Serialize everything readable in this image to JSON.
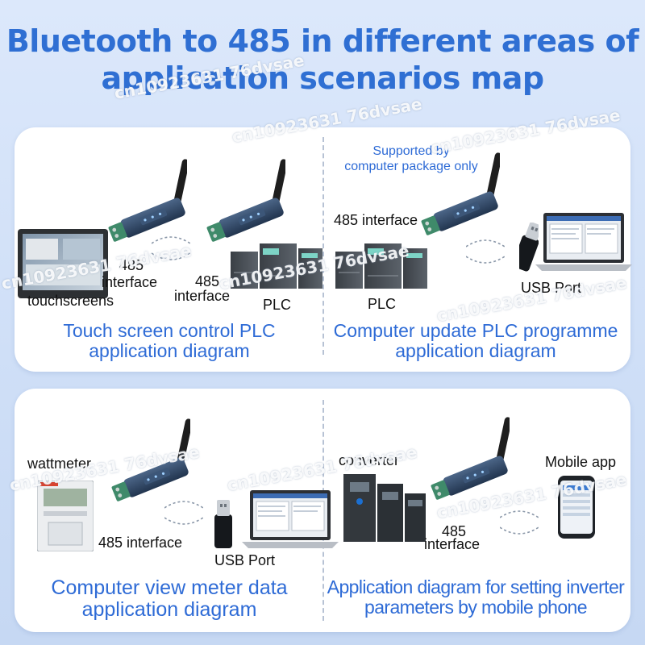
{
  "title": {
    "line1": "Bluetooth to 485 in different areas of",
    "line2": "application scenarios map"
  },
  "watermark": {
    "text": "cn10923631 76dvsae"
  },
  "scenarios": {
    "touch_plc": {
      "caption_line1": "Touch screen control PLC",
      "caption_line2": "application diagram",
      "touchscreen_label": "touchscreens",
      "interface_a_line1": "485",
      "interface_a_line2": "interface",
      "interface_b_line1": "485",
      "interface_b_line2": "interface",
      "plc_label": "PLC"
    },
    "computer_plc": {
      "caption_line1": "Computer update PLC programme",
      "caption_line2": "application diagram",
      "note_line1": "Supported by",
      "note_line2": "computer package only",
      "interface_label": "485 interface",
      "plc_label": "PLC",
      "usb_label": "USB Port"
    },
    "meter": {
      "caption_line1": "Computer view meter data",
      "caption_line2": "application diagram",
      "wattmeter_label": "wattmeter",
      "interface_label": "485 interface",
      "usb_label": "USB Port"
    },
    "inverter": {
      "caption_line1": "Application diagram for setting inverter",
      "caption_line2": "parameters by mobile phone",
      "converter_label": "converter",
      "interface_line1": "485",
      "interface_line2": "interface",
      "mobile_label": "Mobile app"
    }
  },
  "colors": {
    "title": "#2f6fd3",
    "caption": "#2e6bd6",
    "background": "#d4e3f8",
    "panel": "#ffffff",
    "device_body": "#2f4766",
    "terminal_green": "#3f8a6a"
  }
}
